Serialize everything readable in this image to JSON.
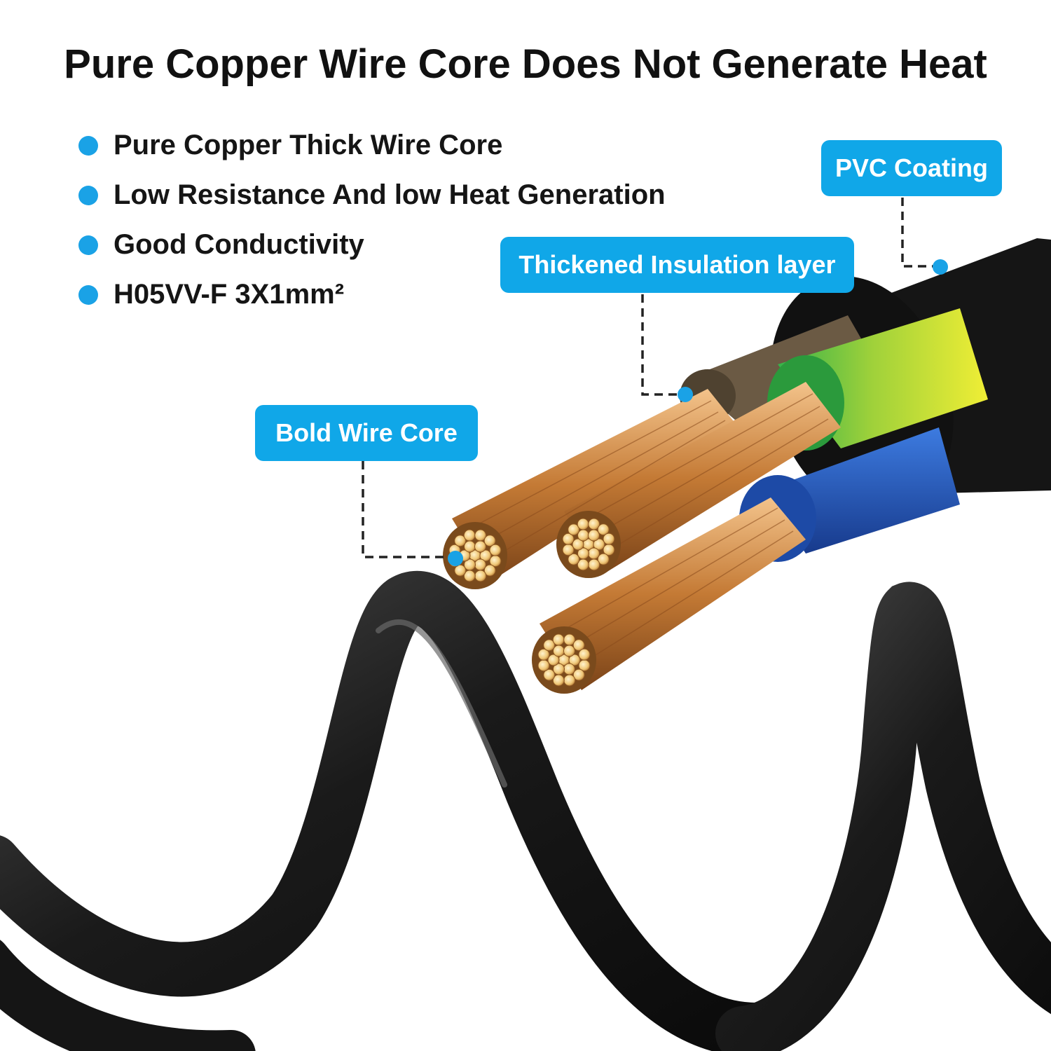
{
  "headline": "Pure Copper Wire Core Does Not Generate Heat",
  "features": [
    {
      "text": "Pure Copper Thick Wire Core"
    },
    {
      "text": "Low Resistance And low Heat Generation"
    },
    {
      "text": "Good Conductivity"
    },
    {
      "text": "H05VV-F 3X1mm²"
    }
  ],
  "callouts": {
    "pvc": "PVC Coating",
    "insulation": "Thickened Insulation layer",
    "core": "Bold Wire Core"
  },
  "colors": {
    "accent": "#10a7e8",
    "sheath": "#1c1c1c",
    "copper": "#c9813f",
    "brown_insulation": "#6b5a44",
    "earth_insulation": "#b7d52b",
    "blue_insulation": "#2356b8"
  }
}
